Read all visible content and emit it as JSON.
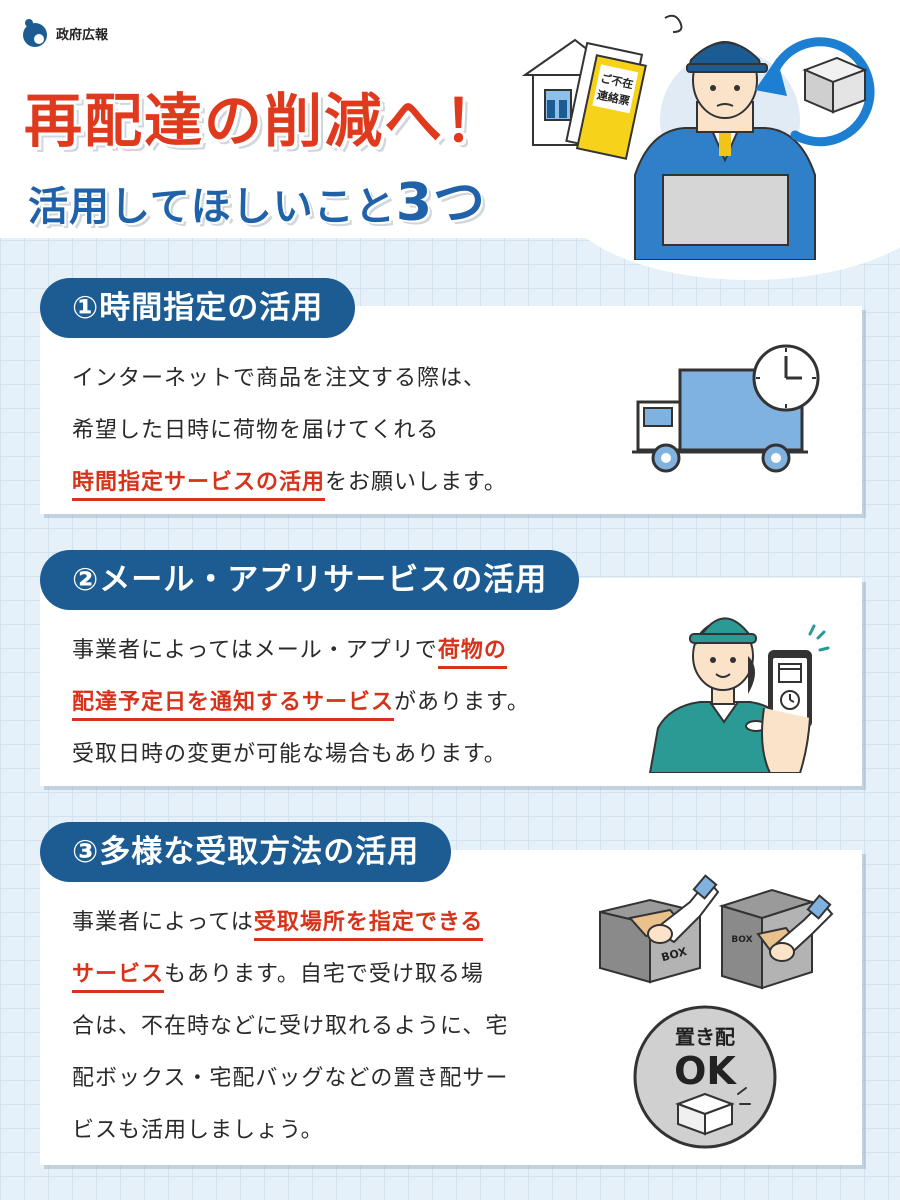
{
  "header": {
    "org": "政府広報",
    "title_line1": "再配達の削減へ！",
    "title_line2_prefix": "活用してほしいこと",
    "title_line2_num": "3つ",
    "notice_slip": "ご不在連絡票",
    "notice_slip_l1": "ご不在",
    "notice_slip_l2": "連絡票"
  },
  "sections": [
    {
      "title": "①時間指定の活用",
      "lines": [
        [
          "インターネットで商品を注文する際は、"
        ],
        [
          "希望した日時に荷物を届けてくれる"
        ]
      ],
      "line3_hl": "時間指定サービスの活用",
      "line3_rest": "をお願いします。",
      "icon": "delivery-truck-with-clock"
    },
    {
      "title": "②メール・アプリサービスの活用",
      "line1_plain": "事業者によってはメール・アプリで",
      "line1_hl": "荷物の",
      "line2_hl": "配達予定日を通知するサービス",
      "line2_rest": "があります。",
      "line3": "受取日時の変更が可能な場合もあります。",
      "icon": "courier-with-smartphone"
    },
    {
      "title": "③多様な受取方法の活用",
      "line1_plain": "事業者によっては",
      "line1_hl": "受取場所を指定できる",
      "line2_hl": "サービス",
      "line2_rest": "もあります。自宅で受け取る場",
      "line3": "合は、不在時などに受け取れるように、宅",
      "line4": "配ボックス・宅配バッグなどの置き配サー",
      "line5": "ビスも活用しましょう。",
      "box_label": "BOX",
      "badge_top": "置き配",
      "badge_ok": "OK"
    }
  ],
  "colors": {
    "navy": "#1c5c92",
    "red": "#e03a1e",
    "blue_title": "#1f62a9",
    "truck_blue": "#7fb2df",
    "teal": "#2c9a94"
  }
}
